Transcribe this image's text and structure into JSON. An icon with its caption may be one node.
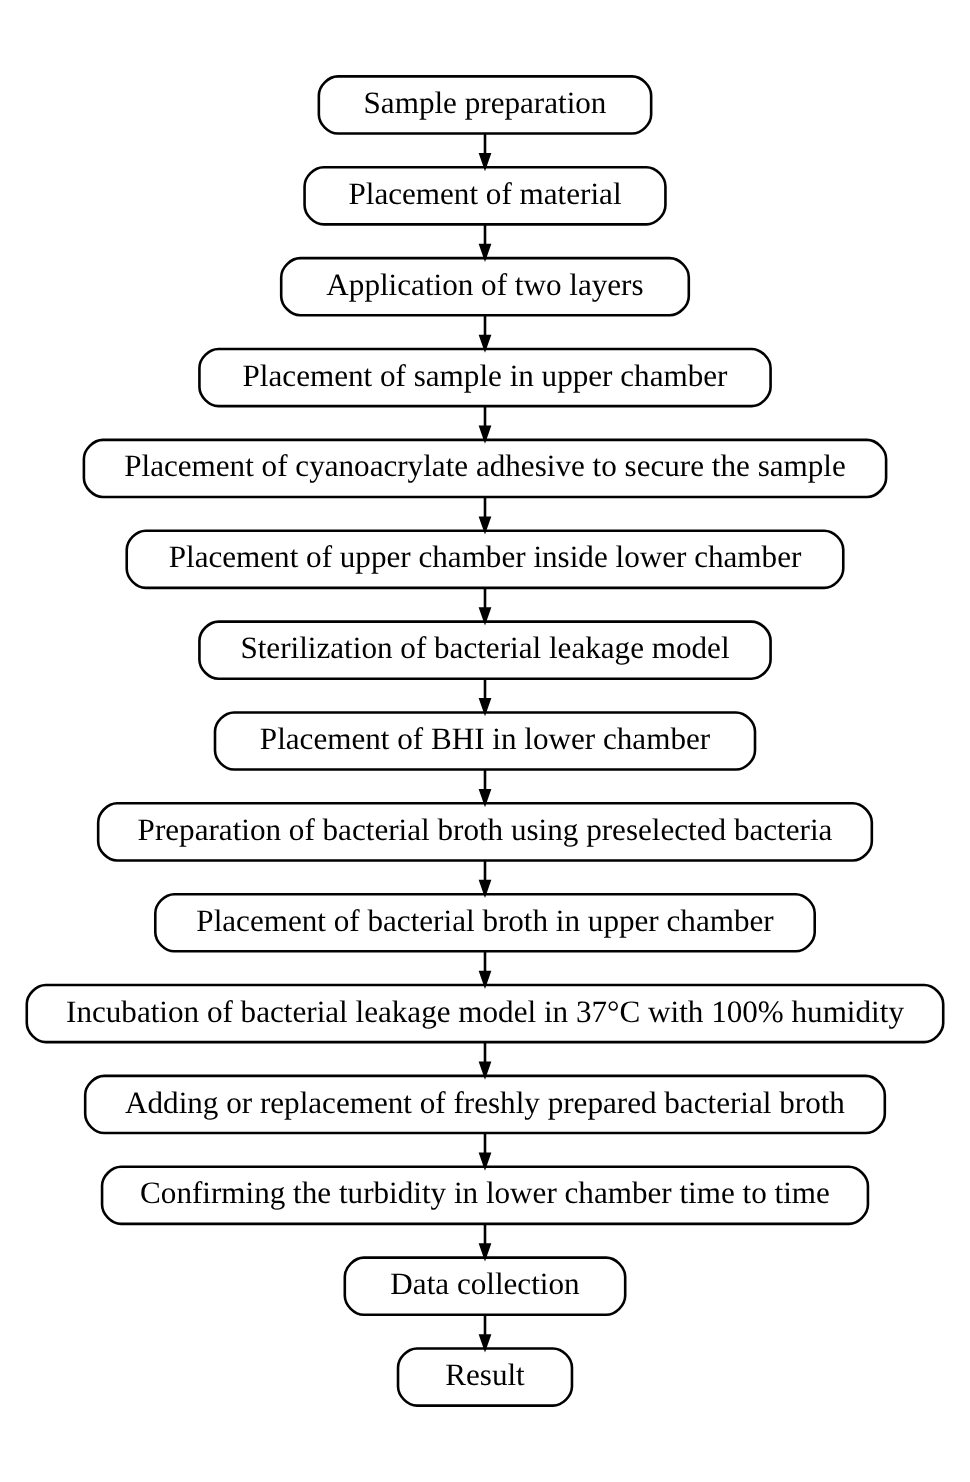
{
  "diagram": {
    "nodes": [
      {
        "text": [
          "Sample preparation"
        ]
      },
      {
        "text": [
          "Placement of material"
        ]
      },
      {
        "text": [
          "Application of two layers"
        ]
      },
      {
        "text": [
          "Placement of sample in upper chamber"
        ]
      },
      {
        "text": [
          "Placement of cyanoacrylate adhesive to secure the sample"
        ]
      },
      {
        "text": [
          "Placement of upper chamber inside lower chamber"
        ]
      },
      {
        "text": [
          "Sterilization of bacterial leakage model"
        ]
      },
      {
        "text": [
          "Placement of BHI in lower chamber"
        ]
      },
      {
        "text": [
          "Preparation of bacterial broth using preselected bacteria"
        ]
      },
      {
        "text": [
          "Placement of bacterial broth in upper chamber"
        ]
      },
      {
        "text": [
          "Incubation of bacterial leakage model in 37°C with 100% humidity"
        ]
      },
      {
        "text": [
          "Adding or replacement of freshly prepared bacterial broth"
        ]
      },
      {
        "text": [
          "Confirming the turbidity in lower chamber time to time"
        ]
      },
      {
        "text": [
          "Data collection"
        ]
      },
      {
        "text": [
          "Result"
        ]
      }
    ],
    "edges": [
      {
        "from": 0,
        "to": 1,
        "arrow": "to"
      },
      {
        "from": 1,
        "to": 2,
        "arrow": "to"
      },
      {
        "from": 2,
        "to": 3,
        "arrow": "to"
      },
      {
        "from": 3,
        "to": 4,
        "arrow": "to"
      },
      {
        "from": 4,
        "to": 5,
        "arrow": "to"
      },
      {
        "from": 5,
        "to": 6,
        "arrow": "to"
      },
      {
        "from": 6,
        "to": 7,
        "arrow": "to"
      },
      {
        "from": 7,
        "to": 8,
        "arrow": "to"
      },
      {
        "from": 8,
        "to": 9,
        "arrow": "to"
      },
      {
        "from": 9,
        "to": 10,
        "arrow": "to"
      },
      {
        "from": 10,
        "to": 11,
        "arrow": "to"
      },
      {
        "from": 11,
        "to": 12,
        "arrow": "to"
      },
      {
        "from": 12,
        "to": 13,
        "arrow": "to"
      },
      {
        "from": 13,
        "to": 14,
        "arrow": "to"
      }
    ]
  }
}
